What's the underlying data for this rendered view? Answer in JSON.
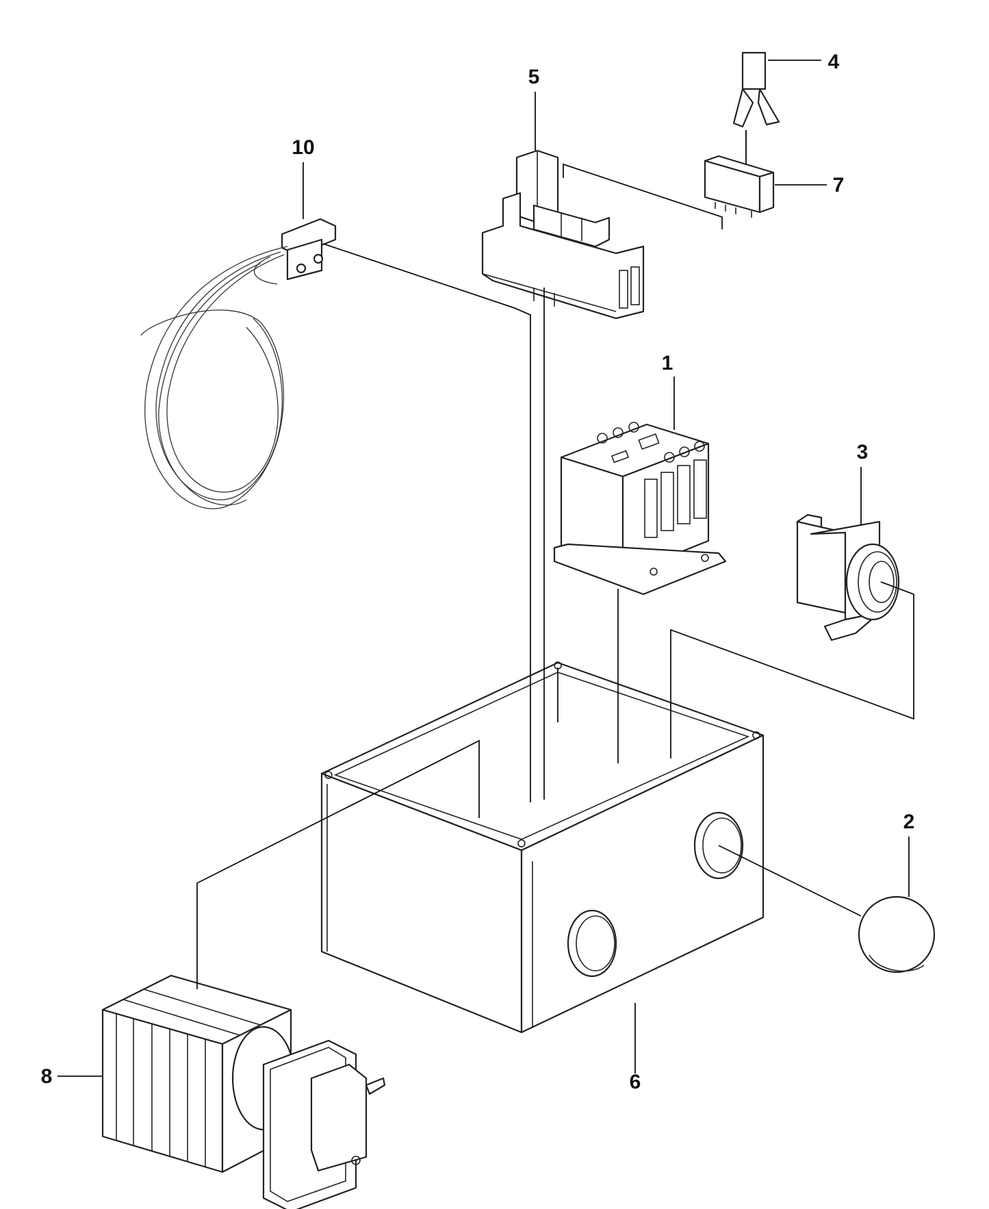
{
  "diagram": {
    "callouts": [
      {
        "id": "1",
        "text": "1"
      },
      {
        "id": "2",
        "text": "2"
      },
      {
        "id": "3",
        "text": "3"
      },
      {
        "id": "4",
        "text": "4"
      },
      {
        "id": "5",
        "text": "5"
      },
      {
        "id": "6",
        "text": "6"
      },
      {
        "id": "7",
        "text": "7"
      },
      {
        "id": "8",
        "text": "8"
      },
      {
        "id": "10",
        "text": "10"
      }
    ]
  }
}
